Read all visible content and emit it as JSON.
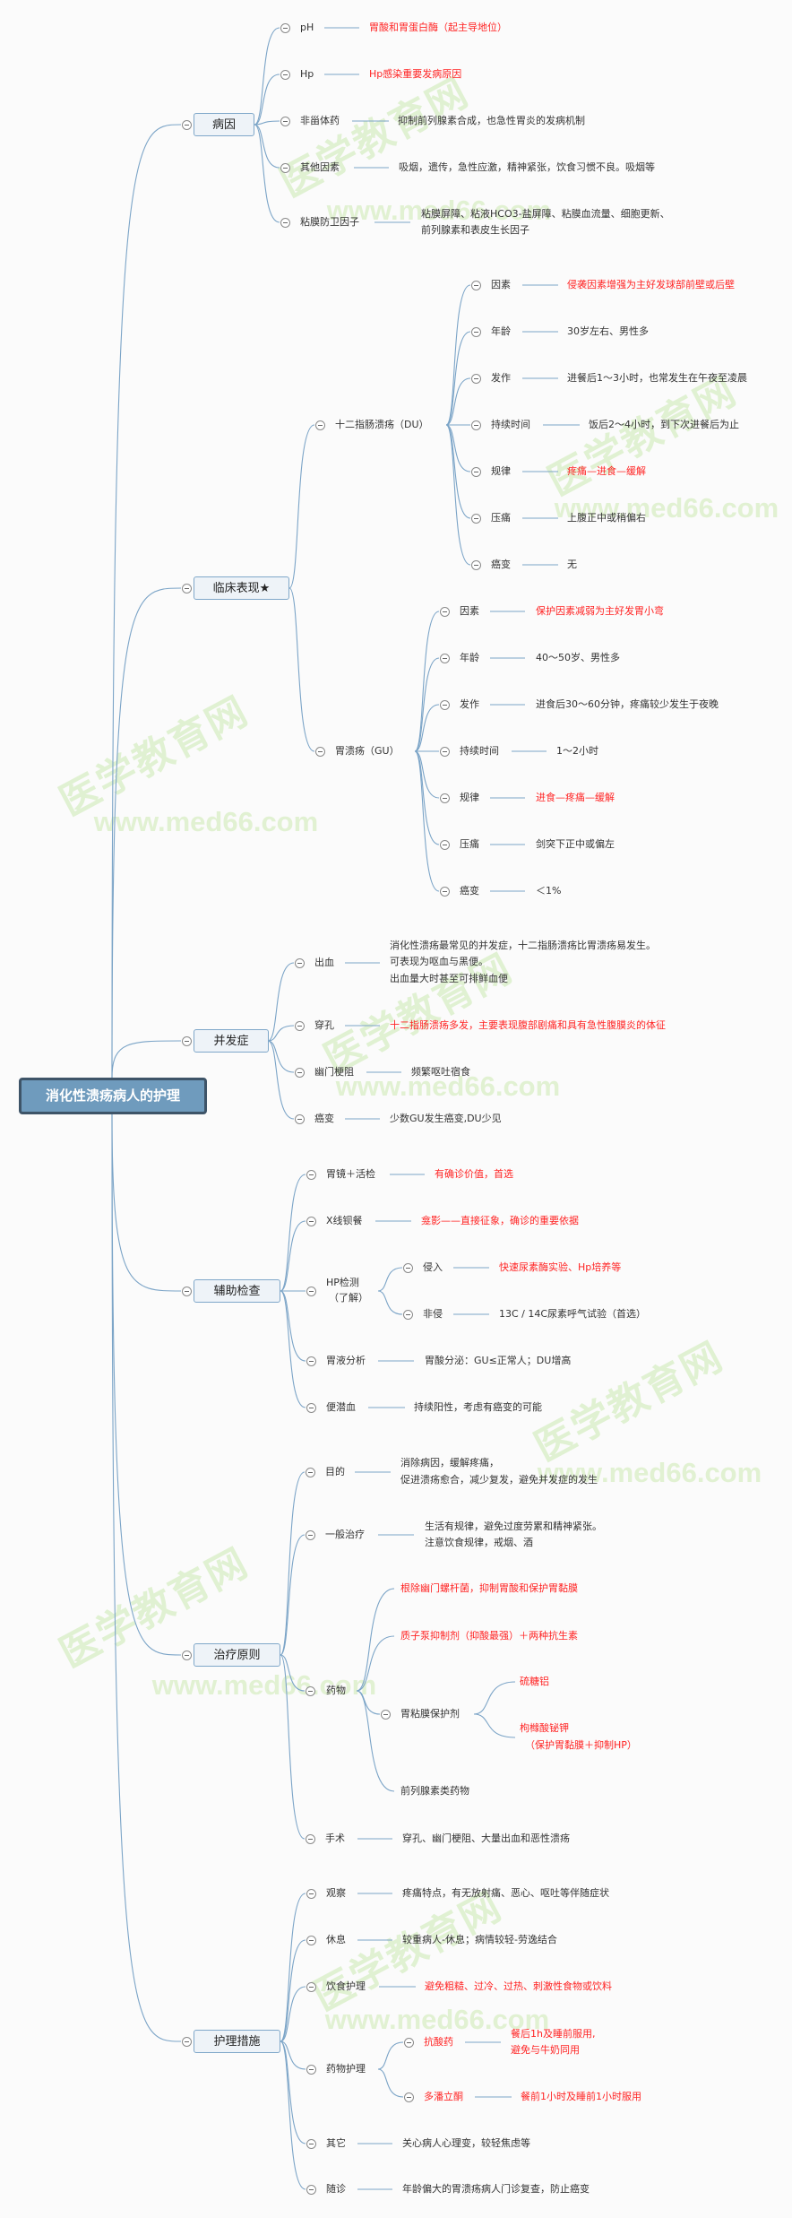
{
  "title": "消化性溃疡病人的护理",
  "watermark": {
    "cn": "医学教育网",
    "url": "www.med66.com"
  },
  "etiology": {
    "label": "病因",
    "items": [
      {
        "label": "pH",
        "value": "胃酸和胃蛋白酶（起主导地位）"
      },
      {
        "label": "Hp",
        "value": "Hp感染重要发病原因"
      },
      {
        "label": "非甾体药",
        "value": "抑制前列腺素合成，也急性胃炎的发病机制"
      },
      {
        "label": "其他因素",
        "value": "吸烟，遗传，急性应激，精神紧张，饮食习惯不良。吸烟等"
      },
      {
        "label": "粘膜防卫因子",
        "value": [
          "粘膜屏障、粘液HCO3-盐屏障、粘膜血流量、细胞更新、",
          "前列腺素和表皮生长因子"
        ]
      }
    ]
  },
  "clinical": {
    "label": "临床表现★",
    "du": {
      "label": "十二指肠溃疡（DU）",
      "items": [
        {
          "label": "因素",
          "value": "侵袭因素增强为主好发球部前壁或后壁"
        },
        {
          "label": "年龄",
          "value": "30岁左右、男性多"
        },
        {
          "label": "发作",
          "value": "进餐后1～3小时，也常发生在午夜至凌晨"
        },
        {
          "label": "持续时间",
          "value": "饭后2～4小时，到下次进餐后为止"
        },
        {
          "label": "规律",
          "value": "疼痛—进食—缓解"
        },
        {
          "label": "压痛",
          "value": "上腹正中或稍偏右"
        },
        {
          "label": "癌变",
          "value": "无"
        }
      ]
    },
    "gu": {
      "label": "胃溃疡（GU）",
      "items": [
        {
          "label": "因素",
          "value": "保护因素减弱为主好发胃小弯"
        },
        {
          "label": "年龄",
          "value": "40～50岁、男性多"
        },
        {
          "label": "发作",
          "value": "进食后30～60分钟，疼痛较少发生于夜晚"
        },
        {
          "label": "持续时间",
          "value": "1～2小时"
        },
        {
          "label": "规律",
          "value": "进食—疼痛—缓解"
        },
        {
          "label": "压痛",
          "value": "剑突下正中或偏左"
        },
        {
          "label": "癌变",
          "value": "＜1%"
        }
      ]
    }
  },
  "complications": {
    "label": "并发症",
    "items": [
      {
        "label": "出血",
        "value": [
          "消化性溃疡最常见的并发症，十二指肠溃疡比胃溃疡易发生。",
          "可表现为呕血与黑便。",
          "出血量大时甚至可排鲜血便"
        ]
      },
      {
        "label": "穿孔",
        "value": "十二指肠溃疡多发，主要表现腹部剧痛和具有急性腹膜炎的体征"
      },
      {
        "label": "幽门梗阻",
        "value": "频繁呕吐宿食"
      },
      {
        "label": "癌变",
        "value": "少数GU发生癌变,DU少见"
      }
    ]
  },
  "exams": {
    "label": "辅助检查",
    "items": [
      {
        "label": "胃镜＋活检",
        "value": "有确诊价值，首选"
      },
      {
        "label": "X线钡餐",
        "value": "龛影——直接征象，确诊的重要依据"
      },
      {
        "label": [
          "HP检测",
          "（了解）"
        ],
        "children": [
          {
            "label": "侵入",
            "value": "快速尿素酶实验、Hp培养等"
          },
          {
            "label": "非侵",
            "value": "13C / 14C尿素呼气试验（首选）"
          }
        ]
      },
      {
        "label": "胃液分析",
        "value": "胃酸分泌：GU≤正常人；DU增高"
      },
      {
        "label": "便潜血",
        "value": "持续阳性，考虑有癌变的可能"
      }
    ]
  },
  "treatment": {
    "label": "治疗原则",
    "items": [
      {
        "label": "目的",
        "value": [
          "消除病因，缓解疼痛，",
          "促进溃疡愈合，减少复发，避免并发症的发生"
        ]
      },
      {
        "label": "一般治疗",
        "value": [
          "生活有规律，避免过度劳累和精神紧张。",
          "注意饮食规律，戒烟、酒"
        ]
      },
      {
        "label": "药物",
        "children": {
          "eradicate": "根除幽门螺杆菌，抑制胃酸和保护胃黏膜",
          "ppi": "质子泵抑制剂（抑酸最强）＋两种抗生素",
          "protector": {
            "label": "胃粘膜保护剂",
            "sucralfate": "硫糖铝",
            "bismuth": [
              "枸橼酸铋钾",
              "（保护胃黏膜＋抑制HP）"
            ]
          },
          "prostaglandin": "前列腺素类药物"
        }
      },
      {
        "label": "手术",
        "value": "穿孔、幽门梗阻、大量出血和恶性溃疡"
      }
    ]
  },
  "nursing": {
    "label": "护理措施",
    "items": [
      {
        "label": "观察",
        "value": "疼痛特点，有无放射痛、恶心、呕吐等伴随症状"
      },
      {
        "label": "休息",
        "value": "较重病人-休息；病情较轻-劳逸结合"
      },
      {
        "label": "饮食护理",
        "value": "避免粗糙、过冷、过热、刺激性食物或饮料"
      },
      {
        "label": "药物护理",
        "children": [
          {
            "label": "抗酸药",
            "value": [
              "餐后1h及睡前服用,",
              "避免与牛奶同用"
            ]
          },
          {
            "label": "多潘立酮",
            "value": "餐前1小时及睡前1小时服用"
          }
        ]
      },
      {
        "label": "其它",
        "value": "关心病人心理变，较轻焦虑等"
      },
      {
        "label": "随诊",
        "value": "年龄偏大的胃溃疡病人门诊复查，防止癌变"
      }
    ]
  },
  "colors": {
    "accent": "#6f9bbd",
    "highlight": "#ff2424",
    "link": "#7ba4c7"
  }
}
